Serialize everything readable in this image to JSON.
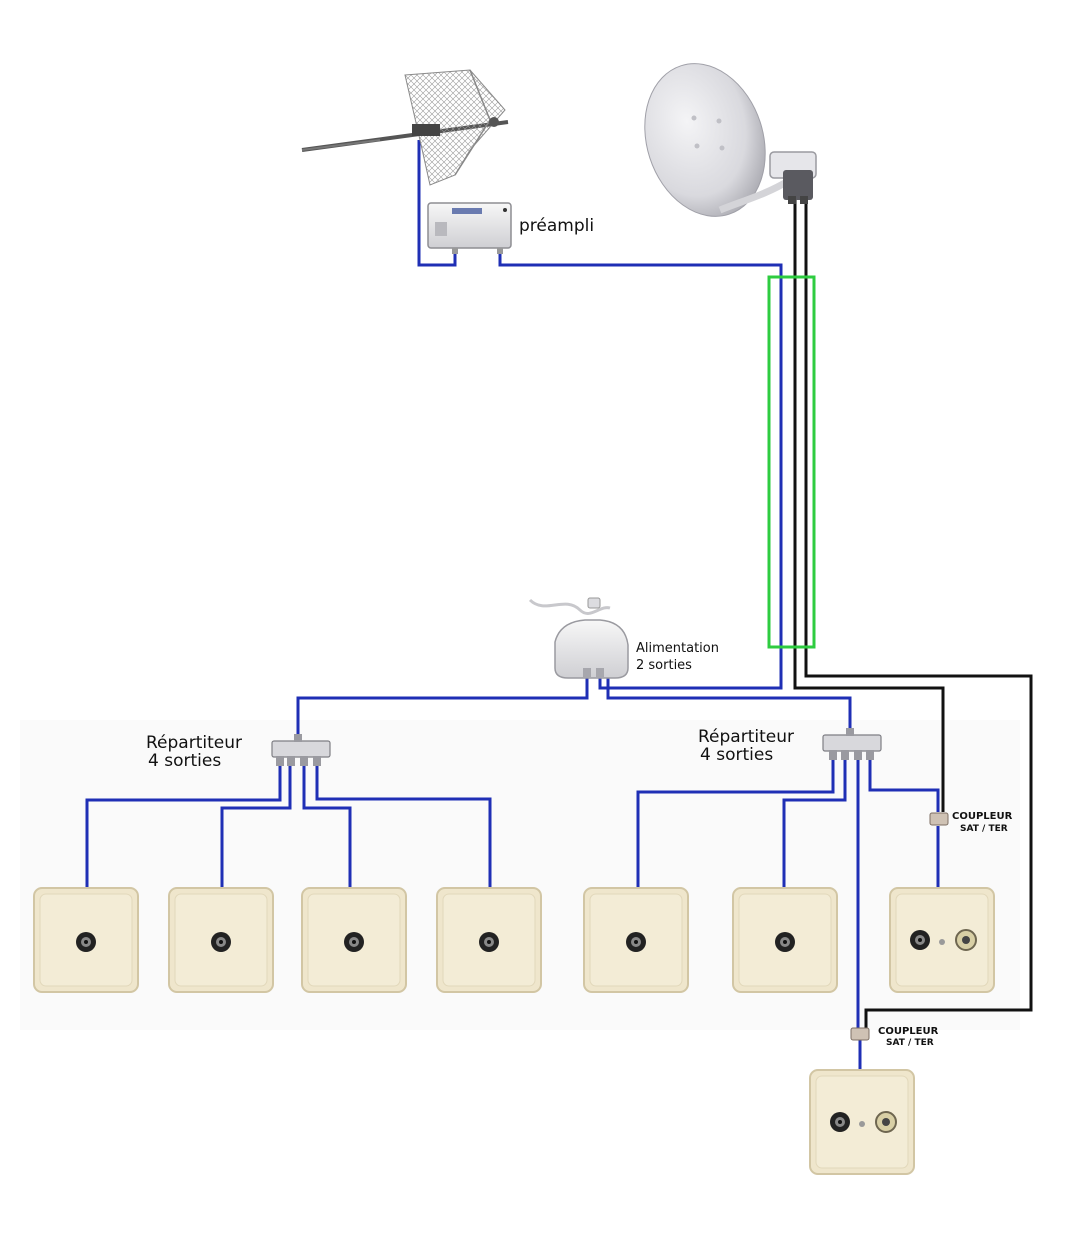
{
  "labels": {
    "preampli": "préampli",
    "alimentation_line1": "Alimentation",
    "alimentation_line2": "2 sorties",
    "repartiteur_left_line1": "Répartiteur",
    "repartiteur_left_line2": "4 sorties",
    "repartiteur_right_line1": "Répartiteur",
    "repartiteur_right_line2": "4 sorties",
    "coupleur1_line1": "COUPLEUR",
    "coupleur1_line2": "SAT / TER",
    "coupleur2_line1": "COUPLEUR",
    "coupleur2_line2": "SAT / TER"
  },
  "colors": {
    "coax_blue": "#1f2fb5",
    "sat_black": "#111111",
    "highlight_green": "#2ecc40",
    "socket_plate": "#efe6cc",
    "socket_border": "#d2c6a4"
  },
  "icons": {
    "antenna": "grid-antenna-icon",
    "dish": "satellite-dish-icon",
    "preamp": "preamplifier-box-icon",
    "power": "power-supply-icon",
    "splitter": "splitter-icon",
    "coupler": "coupler-icon",
    "socket": "wall-socket-icon"
  }
}
